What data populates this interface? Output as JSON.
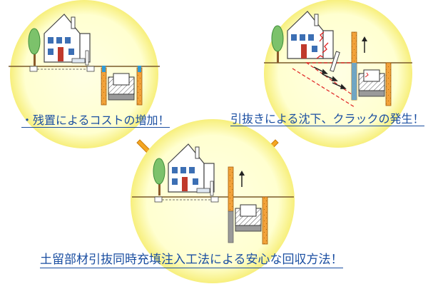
{
  "captions": {
    "left": "・残置によるコストの増加！",
    "right": "引抜きによる沈下、クラックの発生！",
    "bottom": "土留部材引抜同時充填注入工法による安心な回収方法！"
  },
  "colors": {
    "circle_fill": "#ffffd6",
    "circle_edge": "#f6ec7a",
    "ground_line": "#7a5a2a",
    "sheet_pile": "#f2a23a",
    "fill_material": "#5aa7dc",
    "grout": "#9a9a9a",
    "crack": "#e02020",
    "arrow": "#f5a623",
    "caption_text": "#1a4ea1"
  },
  "icons": [
    "house-icon",
    "tree-icon",
    "fence-icon",
    "sheet-pile-icon",
    "box-culvert-icon",
    "up-arrow-icon",
    "crack-icon",
    "settlement-arrow-icon",
    "flow-arrow-icon"
  ]
}
